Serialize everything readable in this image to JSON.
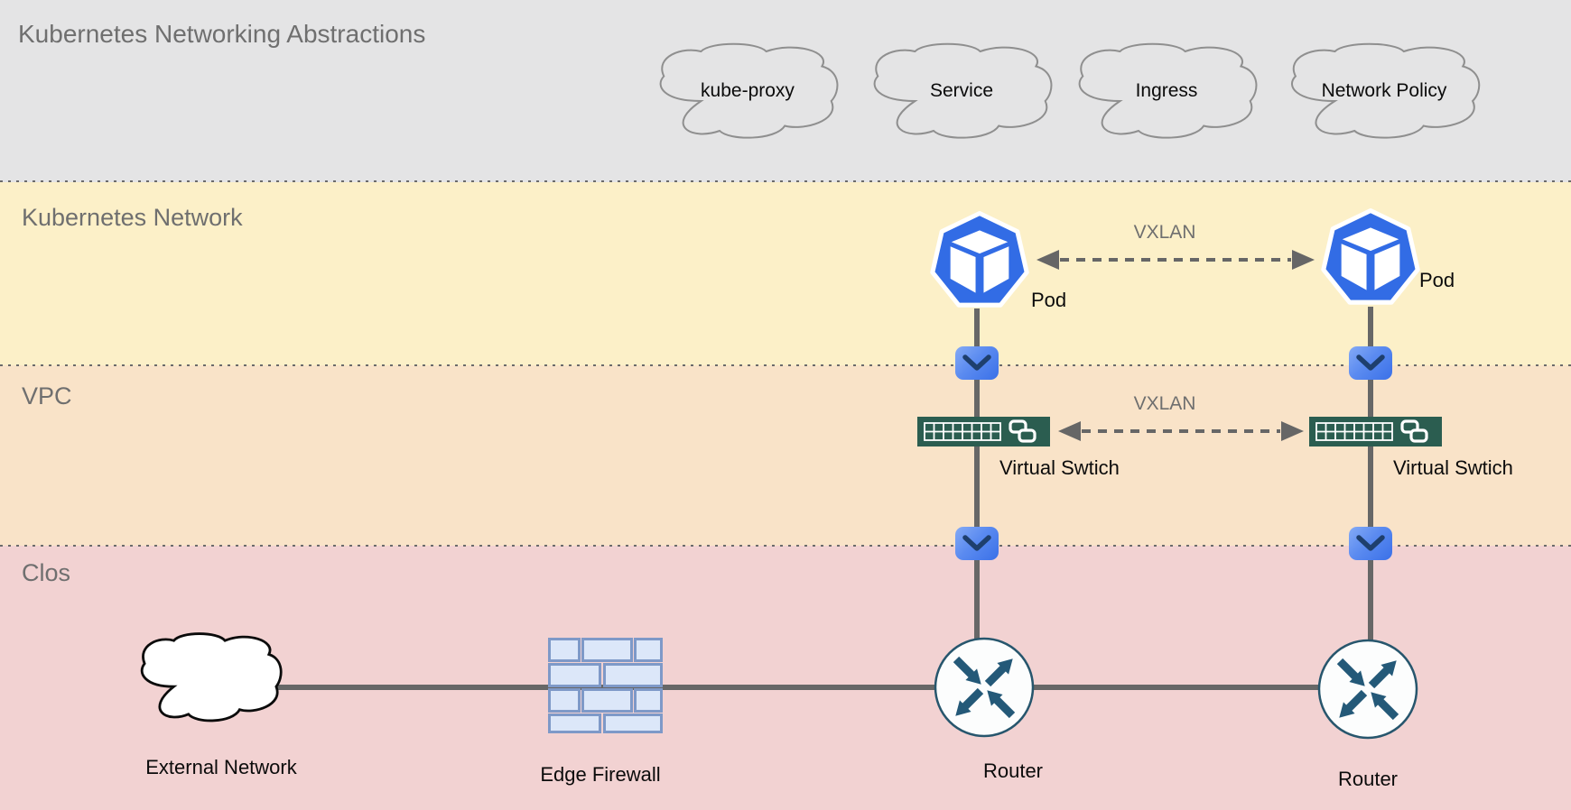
{
  "diagram": {
    "title": "Kubernetes Networking Abstractions",
    "layers": [
      {
        "id": "abstractions",
        "label": "Kubernetes Networking Abstractions",
        "bg": "#e4e4e5"
      },
      {
        "id": "kubernetes-network",
        "label": "Kubernetes Network",
        "bg": "#fcf0c8"
      },
      {
        "id": "vpc",
        "label": "VPC",
        "bg": "#f9e3c8"
      },
      {
        "id": "clos",
        "label": "Clos",
        "bg": "#f2d2d2"
      }
    ],
    "clouds": [
      {
        "label": "kube-proxy"
      },
      {
        "label": "Service"
      },
      {
        "label": "Ingress"
      },
      {
        "label": "Network Policy"
      }
    ],
    "nodes": {
      "pod_left": {
        "label": "Pod"
      },
      "pod_right": {
        "label": "Pod"
      },
      "vswitch_left": {
        "label": "Virtual Swtich"
      },
      "vswitch_right": {
        "label": "Virtual Swtich"
      },
      "router_left": {
        "label": "Router"
      },
      "router_right": {
        "label": "Router"
      },
      "external_network": {
        "label": "External Network"
      },
      "edge_firewall": {
        "label": "Edge Firewall"
      }
    },
    "links": {
      "vxlan_pod": {
        "label": "VXLAN"
      },
      "vxlan_switch": {
        "label": "VXLAN"
      }
    },
    "colors": {
      "pod_blue": "#326ce5",
      "nic_chevron": "#1e3f6d",
      "switch_green": "#2b5d50",
      "router_arrow": "#245978",
      "router_border": "#27566d",
      "firewall_brick": "#dce7f9",
      "firewall_border": "#7e99c8",
      "line_gray": "#676767",
      "label_gray": "#6f6f6f"
    }
  }
}
